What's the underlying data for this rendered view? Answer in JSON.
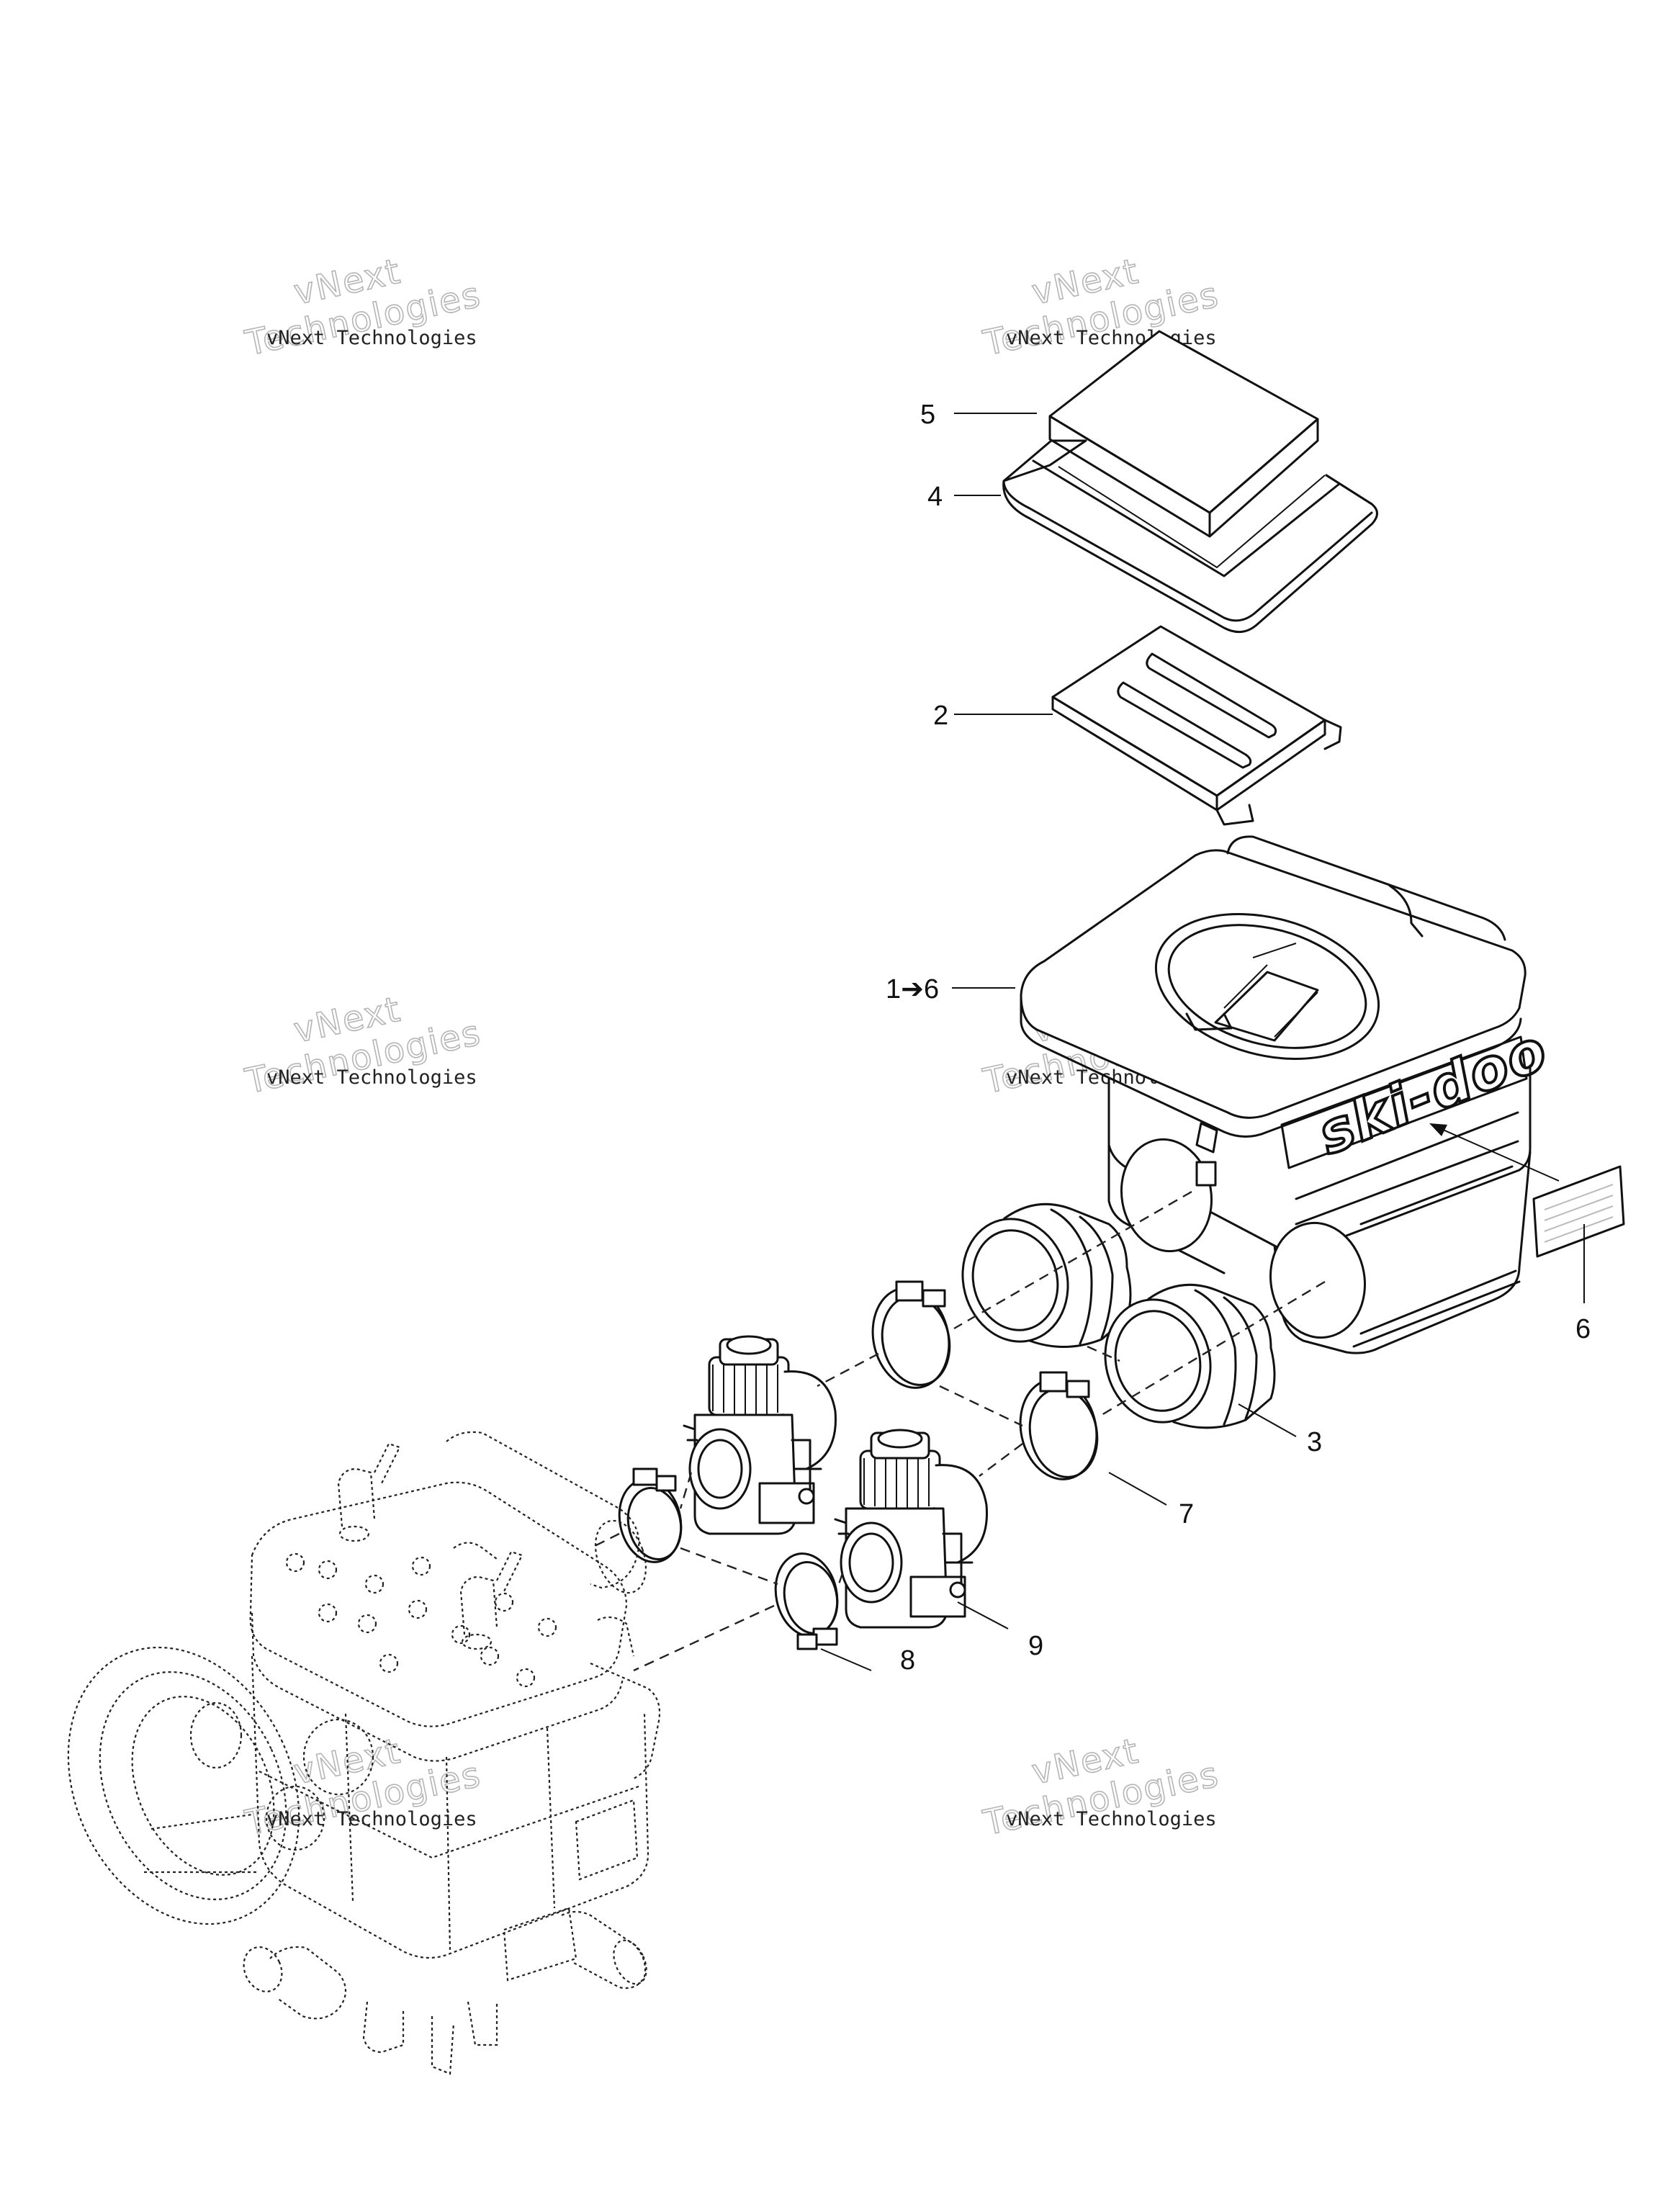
{
  "callouts": [
    {
      "id": "5",
      "text": "5"
    },
    {
      "id": "4",
      "text": "4"
    },
    {
      "id": "2",
      "text": "2"
    },
    {
      "id": "1to6",
      "text": "1➔6"
    },
    {
      "id": "6",
      "text": "6"
    },
    {
      "id": "3",
      "text": "3"
    },
    {
      "id": "7",
      "text": "7"
    },
    {
      "id": "8",
      "text": "8"
    },
    {
      "id": "9",
      "text": "9"
    }
  ],
  "watermark": {
    "small": "vNext Technologies",
    "big_line1": "vNext",
    "big_line2": "Technologies"
  },
  "brand_logo": "ski-doo"
}
